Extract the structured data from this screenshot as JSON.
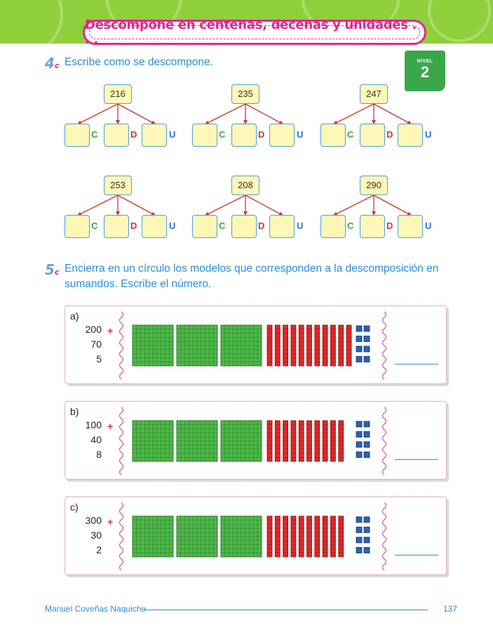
{
  "header": {
    "title": "Descompone en centenas, decenas y unidades . . ."
  },
  "level_badge": {
    "label": "NIVEL",
    "number": "2"
  },
  "exercise4": {
    "number": "4",
    "suffix": "c",
    "instruction": "Escribe como se descompone.",
    "labels": {
      "c": "C",
      "d": "D",
      "u": "U"
    },
    "numbers": [
      "216",
      "235",
      "247",
      "253",
      "208",
      "290"
    ]
  },
  "exercise5": {
    "number": "5",
    "suffix": "c",
    "instruction_line1": "Encierra en un círculo los modelos que corresponden a la descomposición en",
    "instruction_line2": "sumandos. Escribe el número.",
    "plus": "+",
    "items": [
      {
        "letter": "a)",
        "hundreds": "200",
        "tens": "70",
        "units": "5",
        "model": {
          "hundred_squares": 3,
          "ten_rods": 11,
          "unit_cubes": 8
        }
      },
      {
        "letter": "b)",
        "hundreds": "100",
        "tens": "40",
        "units": "8",
        "model": {
          "hundred_squares": 3,
          "ten_rods": 10,
          "unit_cubes": 8
        }
      },
      {
        "letter": "c)",
        "hundreds": "300",
        "tens": "30",
        "units": "2",
        "model": {
          "hundred_squares": 3,
          "ten_rods": 10,
          "unit_cubes": 8
        }
      }
    ]
  },
  "footer": {
    "author": "Manuel Coveñas Naquiche",
    "page": "137"
  },
  "colors": {
    "banner_green": "#8fcf3c",
    "title_pink": "#e8248c",
    "text_blue": "#2b8fd6",
    "hundred_green": "#4db848",
    "ten_red": "#e02828",
    "unit_blue": "#2a62b8"
  }
}
